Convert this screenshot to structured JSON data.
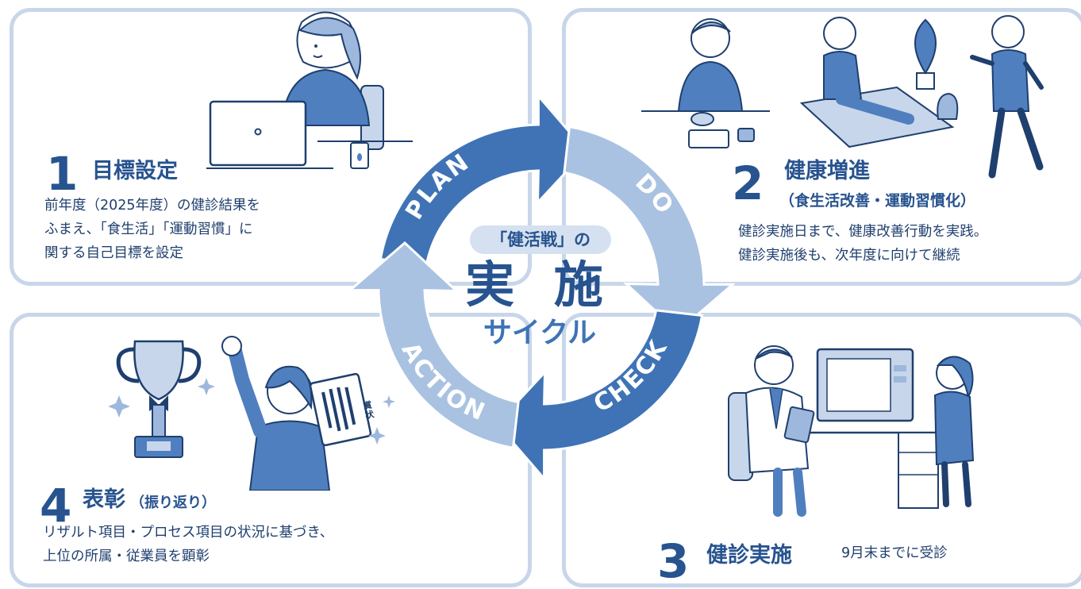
{
  "center": {
    "badge": "「健活戦」の",
    "title": "実 施",
    "subtitle": "サイクル"
  },
  "arrows": {
    "plan": "PLAN",
    "do": "DO",
    "check": "CHECK",
    "action": "ACTION"
  },
  "step1": {
    "number": "1",
    "title": "目標設定",
    "lines": [
      "前年度（2025年度）の健診結果を",
      "ふまえ、「食生活」「運動習慣」に",
      "関する自己目標を設定"
    ]
  },
  "step2": {
    "number": "2",
    "title": "健康増進",
    "subtitle": "（食生活改善・運動習慣化）",
    "lines": [
      "健診実施日まで、健康改善行動を実践。",
      "健診実施後も、次年度に向けて継続"
    ]
  },
  "step3": {
    "number": "3",
    "title": "健診実施",
    "note": "9月末までに受診"
  },
  "step4": {
    "number": "4",
    "title": "表彰",
    "title_suffix": "（振り返り）",
    "lines": [
      "リザルト項目・プロセス項目の状況に基づき、",
      "上位の所属・従業員を顕彰"
    ]
  },
  "certificate": {
    "text": "賞状"
  },
  "colors": {
    "primary": "#27538f",
    "arrow_dark": "#3f73b6",
    "arrow_light": "#a9c2e1",
    "panel_border": "#c8d6ea",
    "badge_bg": "#d5e1f0"
  }
}
